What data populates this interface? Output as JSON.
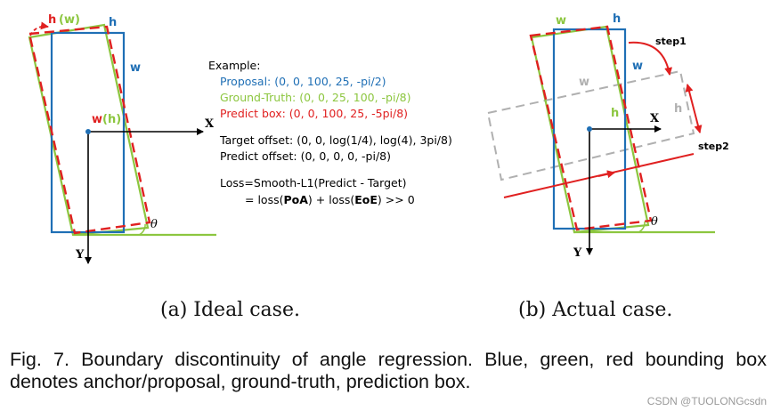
{
  "left_panel": {
    "label_h_red": "h",
    "label_w_green_top": "(w)",
    "label_h_blue": "h",
    "label_w_blue": "w",
    "label_w_red_mid": "w",
    "label_h_green_mid": "(h)",
    "axis_x": "X",
    "axis_y": "Y",
    "theta": "θ"
  },
  "example": {
    "heading": "Example:",
    "proposal": "Proposal: (0, 0, 100, 25, -pi/2)",
    "ground_truth": "Ground-Truth: (0, 0, 25, 100, -pi/8)",
    "predict_box": "Predict box: (0, 0, 100, 25, -5pi/8)",
    "target_offset": "Target offset: (0, 0, log(1/4), log(4), 3pi/8)",
    "predict_offset": "Predict offset: (0, 0, 0, 0, -pi/8)",
    "loss_line1": "Loss=Smooth-L1(Predict - Target)",
    "loss_eq_prefix": "= loss(",
    "loss_poa": "PoA",
    "loss_mid": ") + loss(",
    "loss_eoe": "EoE",
    "loss_suffix": ") >> 0"
  },
  "right_panel": {
    "label_w_green": "w",
    "label_h_blue": "h",
    "label_w_blue": "w",
    "label_h_green": "h",
    "label_w_gray": "w",
    "label_h_gray": "h",
    "step1": "step1",
    "step2": "step2",
    "axis_x": "X",
    "axis_y": "Y",
    "theta": "θ"
  },
  "subcaptions": {
    "a": "(a)  Ideal case.",
    "b": "(b)  Actual case."
  },
  "caption": "Fig. 7. Boundary discontinuity of angle regression. Blue, green, red bounding box denotes anchor/proposal, ground-truth, prediction box.",
  "watermark": "CSDN @TUOLONGcsdn",
  "colors": {
    "blue": "#1f6fb5",
    "green": "#8cc63f",
    "red": "#e02020",
    "gray": "#b0b0b0",
    "black": "#000000"
  }
}
